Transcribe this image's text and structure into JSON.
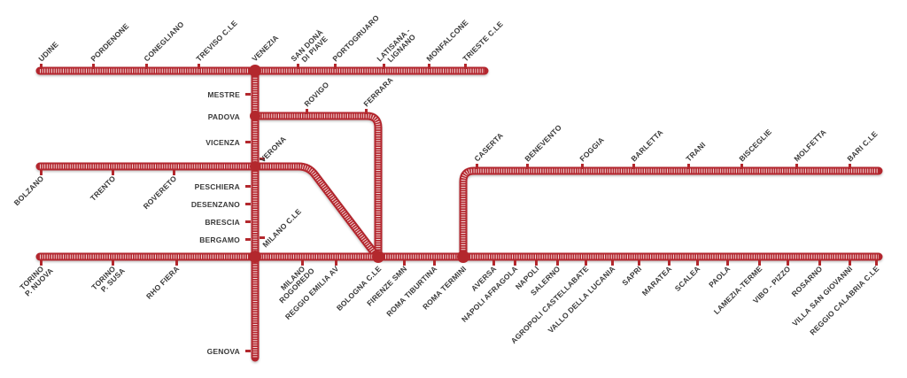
{
  "colors": {
    "line": "#b3282d",
    "line_dark": "#8f1b20",
    "hatch": "#f2d6d7",
    "label": "#3a3a3a"
  },
  "lines": {
    "top": {
      "start": "UDINE",
      "end": "TRIESTE C.LE",
      "via": "VENEZIA"
    },
    "padova_ferrara": {
      "stations": [
        "PADOVA",
        "ROVIGO",
        "FERRARA",
        "BOLOGNA C.LE"
      ]
    },
    "verona": {
      "start": "BOLZANO",
      "end": "BOLOGNA C.LE",
      "via": "VERONA"
    },
    "main": {
      "start": "TORINO P. NUOVA",
      "end": "REGGIO CALABRIA C.LE"
    },
    "adriatic": {
      "start": "ROMA TERMINI",
      "end": "BARI C.LE",
      "via": "CASERTA"
    },
    "vertical": {
      "start": "VENEZIA",
      "end": "GENOVA"
    }
  },
  "labels": {
    "top_line": [
      "UDINE",
      "PORDENONE",
      "CONEGLIANO",
      "TREVISO C.LE",
      "VENEZIA",
      "SAN DONÀ DI PIAVE",
      "PORTOGRUARO",
      "LATISANA - LIGNANO",
      "MONFALCONE",
      "TRIESTE C.LE"
    ],
    "vertical_line": [
      "MESTRE",
      "PADOVA",
      "VICENZA",
      "VERONA",
      "PESCHIERA",
      "DESENZANO",
      "BRESCIA",
      "BERGAMO",
      "MILANO C.LE",
      "GENOVA"
    ],
    "padova_branch": [
      "ROVIGO",
      "FERRARA"
    ],
    "verona_line": [
      "BOLZANO",
      "TRENTO",
      "ROVERETO"
    ],
    "main_line": [
      "TORINO P. NUOVA",
      "TORINO P. SUSA",
      "RHO FIERA",
      "MILANO ROGOREDO",
      "REGGIO EMILIA AV",
      "BOLOGNA C.LE",
      "FIRENZE SMN",
      "ROMA TIBURTINA",
      "ROMA TERMINI",
      "AVERSA",
      "NAPOLI AFRAGOLA",
      "NAPOLI",
      "SALERNO",
      "AGROPOLI CASTELLABATE",
      "VALLO DELLA LUCANIA",
      "SAPRI",
      "MARATEA",
      "SCALEA",
      "PAOLA",
      "LAMEZIA-TERME",
      "VIBO - PIZZO",
      "ROSARNO",
      "VILLA SAN GIOVANNI",
      "REGGIO CALABRIA C.LE"
    ],
    "adriatic_line": [
      "CASERTA",
      "BENEVENTO",
      "FOGGIA",
      "BARLETTA",
      "TRANI",
      "BISCEGLIE",
      "MOLFETTA",
      "BARI C.LE"
    ]
  }
}
